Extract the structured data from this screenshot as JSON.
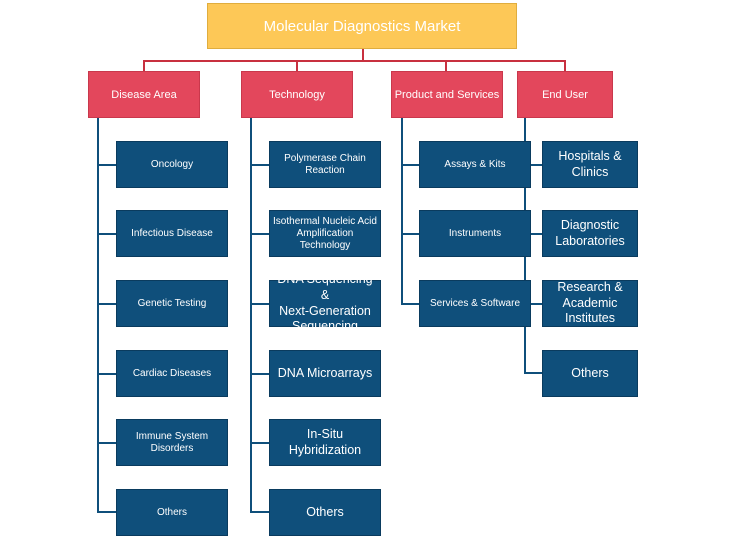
{
  "root": {
    "label": "Molecular Diagnostics Market"
  },
  "categories": [
    {
      "label": "Disease Area",
      "items": [
        "Oncology",
        "Infectious Disease",
        "Genetic Testing",
        "Cardiac Diseases",
        "Immune System\nDisorders",
        "Others"
      ]
    },
    {
      "label": "Technology",
      "items": [
        "Polymerase Chain\nReaction",
        "Isothermal Nucleic Acid\nAmplification\nTechnology",
        "DNA Sequencing &\nNext-Generation\nSequencing",
        "DNA Microarrays",
        "In-Situ\nHybridization",
        "Others"
      ]
    },
    {
      "label": "Product and Services",
      "items": [
        "Assays & Kits",
        "Instruments",
        "Services & Software"
      ]
    },
    {
      "label": "End User",
      "items": [
        "Hospitals &\nClinics",
        "Diagnostic\nLaboratories",
        "Research &\nAcademic\nInstitutes",
        "Others"
      ]
    }
  ],
  "colors": {
    "root_fill": "#fdc857",
    "category_fill": "#e3475c",
    "leaf_fill": "#0f4f7b",
    "connector_red": "#c8303f"
  }
}
